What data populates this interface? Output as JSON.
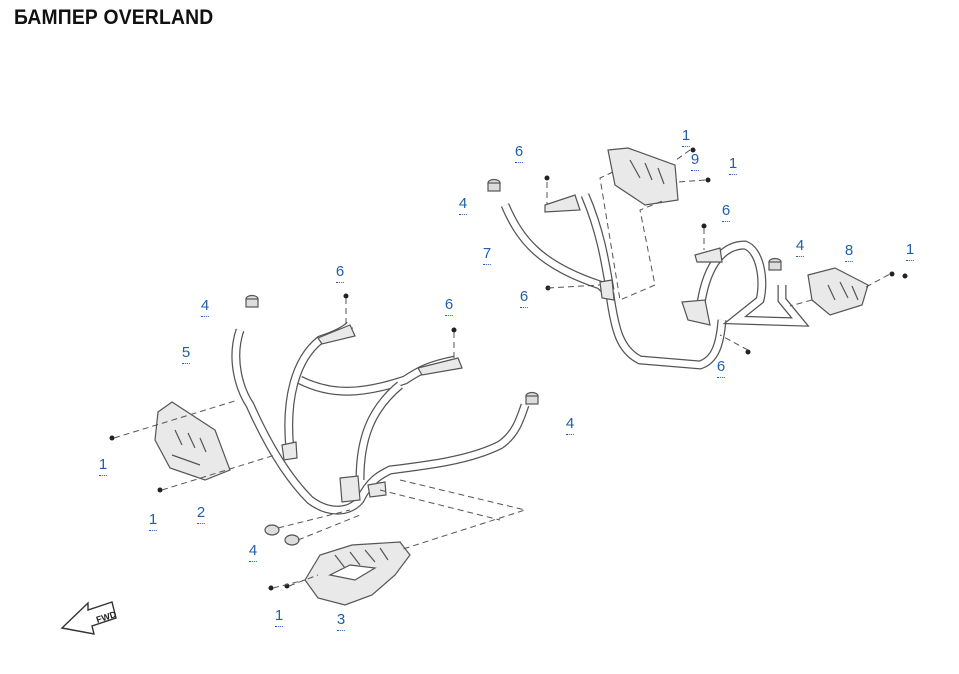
{
  "title": "БАМПЕР OVERLAND",
  "fwd_label": "FWD",
  "colors": {
    "callout": "#1f5faa",
    "line": "#555555",
    "part_fill": "#e9e9e9"
  },
  "callouts": [
    {
      "id": "c1",
      "label": "1"
    },
    {
      "id": "c2",
      "label": "9"
    },
    {
      "id": "c3",
      "label": "1"
    },
    {
      "id": "c4",
      "label": "6"
    },
    {
      "id": "c5",
      "label": "4"
    },
    {
      "id": "c6",
      "label": "6"
    },
    {
      "id": "c7",
      "label": "7"
    },
    {
      "id": "c8",
      "label": "4"
    },
    {
      "id": "c9",
      "label": "8"
    },
    {
      "id": "c10",
      "label": "1"
    },
    {
      "id": "c11",
      "label": "6"
    },
    {
      "id": "c12",
      "label": "6"
    },
    {
      "id": "c13",
      "label": "6"
    },
    {
      "id": "c14",
      "label": "4"
    },
    {
      "id": "c15",
      "label": "5"
    },
    {
      "id": "c16",
      "label": "6"
    },
    {
      "id": "c17",
      "label": "4"
    },
    {
      "id": "c18",
      "label": "1"
    },
    {
      "id": "c19",
      "label": "1"
    },
    {
      "id": "c20",
      "label": "2"
    },
    {
      "id": "c21",
      "label": "4"
    },
    {
      "id": "c22",
      "label": "1"
    },
    {
      "id": "c23",
      "label": "3"
    }
  ]
}
